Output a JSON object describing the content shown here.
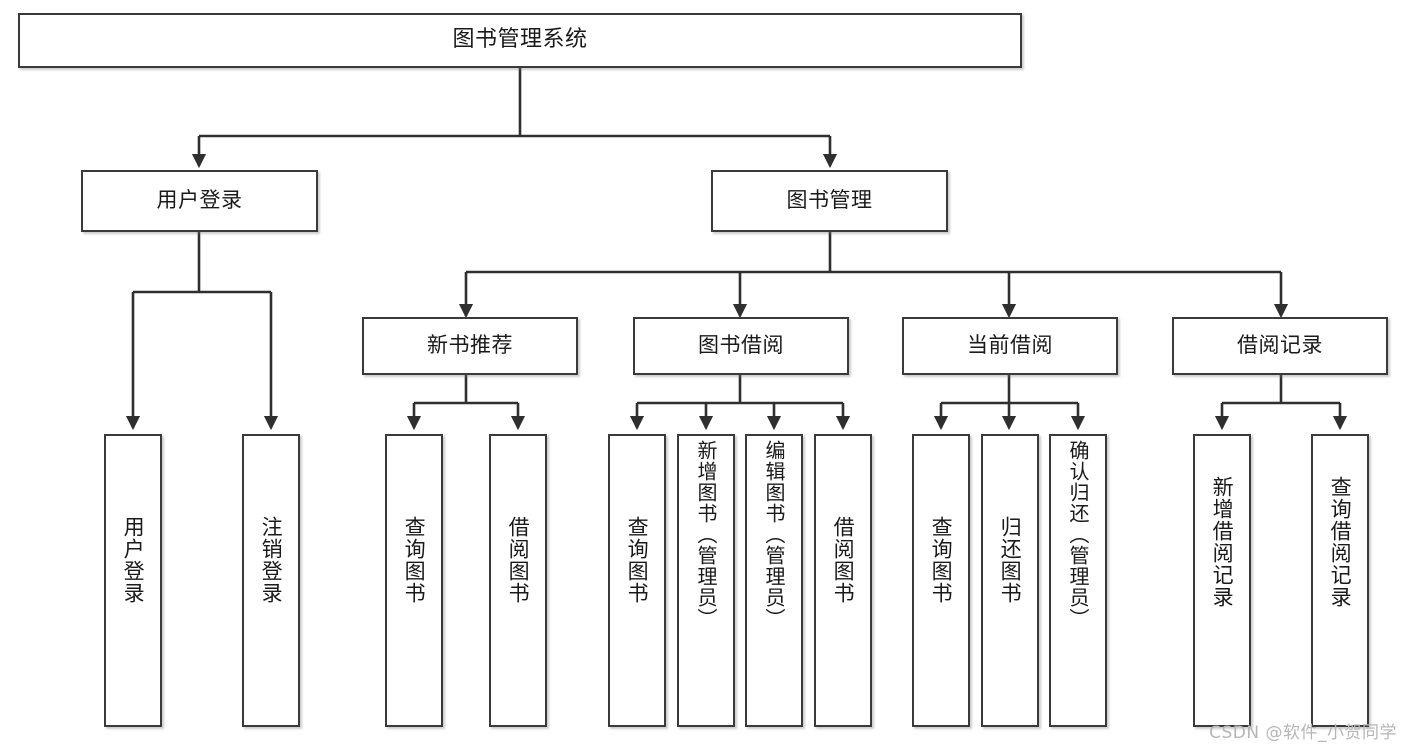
{
  "diagram": {
    "title": "图书管理系统",
    "type": "hierarchy-tree",
    "watermark": "CSDN @软件_小贺同学",
    "colors": {
      "box_border": "#3a3a3a",
      "box_fill": "#ffffff",
      "connector": "#2f2f2f",
      "text": "#1a1a1a",
      "watermark": "#b6b6b6"
    },
    "nodes": {
      "root": {
        "label": "图书管理系统"
      },
      "level2": [
        {
          "label": "用户登录"
        },
        {
          "label": "图书管理"
        }
      ],
      "level3": [
        {
          "label": "新书推荐"
        },
        {
          "label": "图书借阅"
        },
        {
          "label": "当前借阅"
        },
        {
          "label": "借阅记录"
        }
      ],
      "leaves": {
        "user_login": [
          {
            "label": "用户登录"
          },
          {
            "label": "注销登录"
          }
        ],
        "new_book": [
          {
            "label": "查询图书"
          },
          {
            "label": "借阅图书"
          }
        ],
        "book_borrow": [
          {
            "label": "查询图书"
          },
          {
            "label": "新增图书（管理员）"
          },
          {
            "label": "编辑图书（管理员）"
          },
          {
            "label": "借阅图书"
          }
        ],
        "current_borrow": [
          {
            "label": "查询图书"
          },
          {
            "label": "归还图书"
          },
          {
            "label": "确认归还（管理员）"
          }
        ],
        "borrow_record": [
          {
            "label": "新增借阅记录"
          },
          {
            "label": "查询借阅记录"
          }
        ]
      }
    }
  }
}
